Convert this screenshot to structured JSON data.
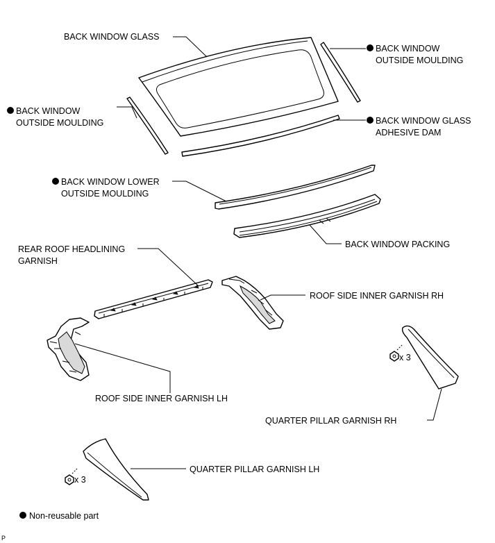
{
  "labels": {
    "back_window_glass": "BACK WINDOW GLASS",
    "outside_moulding_rh_l1": "BACK WINDOW",
    "outside_moulding_rh_l2": "OUTSIDE MOULDING",
    "outside_moulding_lh_l1": "BACK WINDOW",
    "outside_moulding_lh_l2": "OUTSIDE MOULDING",
    "adhesive_dam_l1": "BACK WINDOW GLASS",
    "adhesive_dam_l2": "ADHESIVE DAM",
    "lower_moulding_l1": "BACK WINDOW LOWER",
    "lower_moulding_l2": "OUTSIDE MOULDING",
    "packing": "BACK WINDOW PACKING",
    "headlining_l1": "REAR ROOF HEADLINING",
    "headlining_l2": "GARNISH",
    "roof_side_rh": "ROOF SIDE INNER GARNISH RH",
    "roof_side_lh": "ROOF SIDE INNER GARNISH LH",
    "quarter_rh": "QUARTER PILLAR GARNISH RH",
    "quarter_lh": "QUARTER PILLAR GARNISH LH",
    "qty_rh": "x 3",
    "qty_lh": "x 3",
    "legend": "Non-reusable part",
    "corner_code": "P"
  },
  "icons": {
    "non_reusable": "filled-circle-bullet",
    "clip": "clip-nut-icon"
  }
}
